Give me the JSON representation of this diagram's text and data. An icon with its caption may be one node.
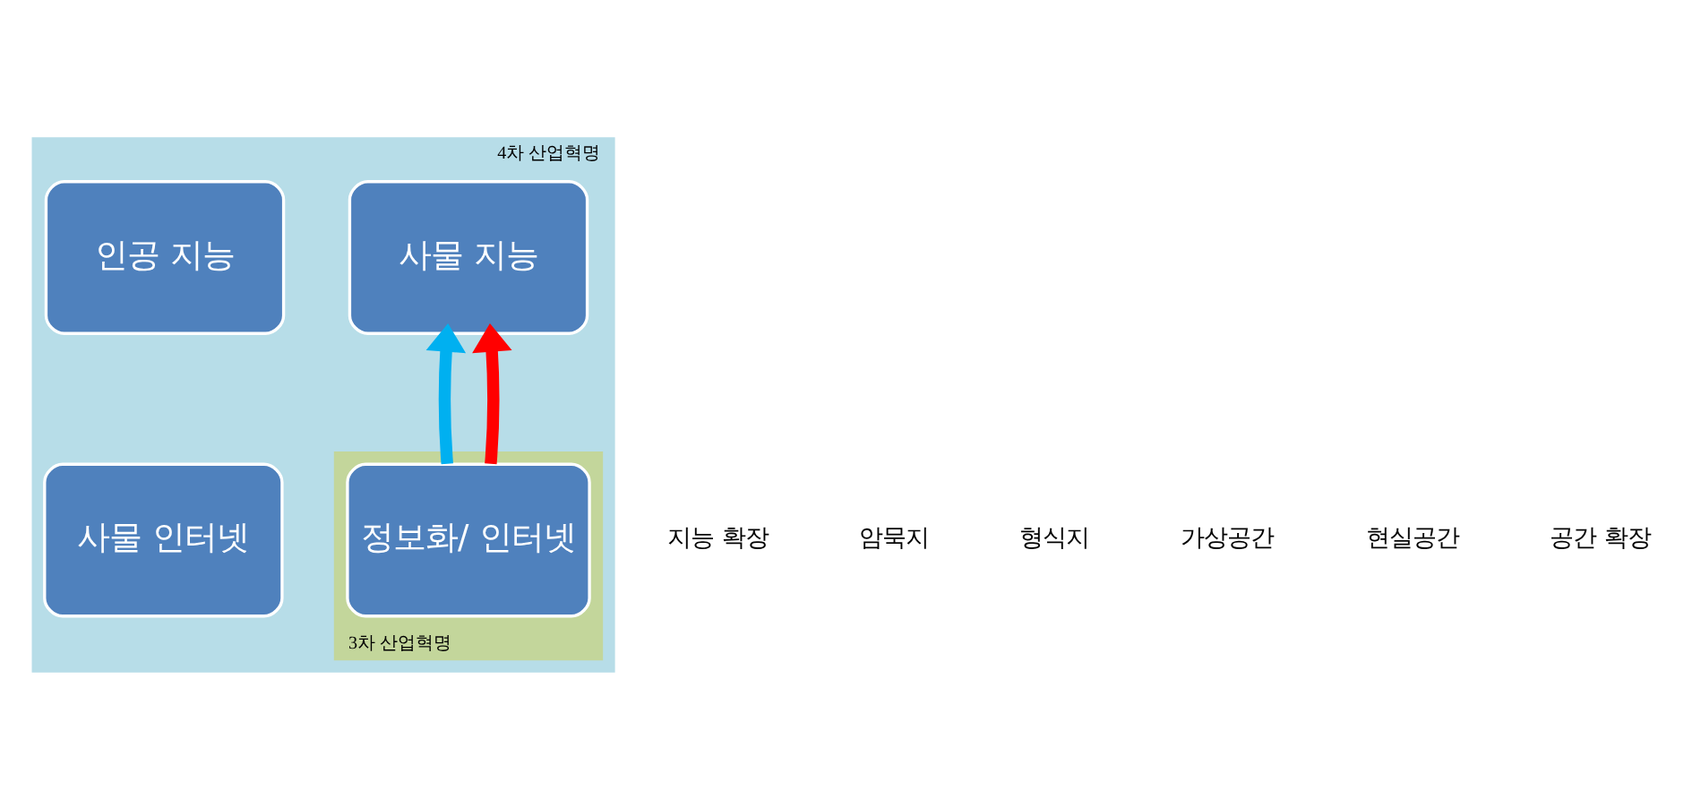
{
  "diagram": {
    "nodes": [
      {
        "text": [
          "4차 산업혁명"
        ]
      },
      {
        "text": [
          "인공 지능"
        ],
        "in": 0
      },
      {
        "text": [
          "사물 지능"
        ],
        "in": 0
      },
      {
        "text": [
          "3차 산업혁명"
        ],
        "in": 0
      },
      {
        "text": [
          "정보화/ 인터넷"
        ],
        "in": 3
      },
      {
        "text": [
          "사물 인터넷"
        ],
        "in": 0
      }
    ],
    "edges": [
      {
        "from": 4,
        "to": 2,
        "arrow": "to",
        "color": "#00b0f0"
      },
      {
        "from": 4,
        "to": 2,
        "arrow": "to",
        "color": "#ff0000"
      }
    ],
    "labels": [
      "지능 확장",
      "암묵지",
      "형식지",
      "가상공간",
      "현실공간",
      "공간 확장"
    ]
  }
}
